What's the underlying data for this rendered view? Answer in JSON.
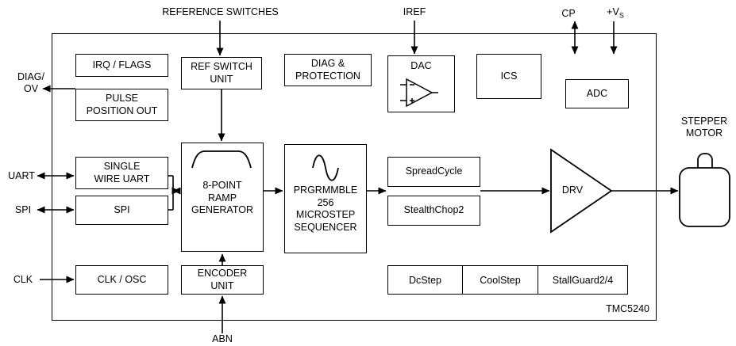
{
  "external": {
    "reference_switches": "REFERENCE SWITCHES",
    "iref": "IREF",
    "cp": "CP",
    "vs_main": "+V",
    "vs_sub": "S",
    "diag_line1": "DIAG/",
    "diag_line2": "OV",
    "uart": "UART",
    "spi": "SPI",
    "clk": "CLK",
    "abn": "ABN",
    "motor_line1": "STEPPER",
    "motor_line2": "MOTOR"
  },
  "chip": {
    "part_number": "TMC5240",
    "blocks": {
      "irq_flags": {
        "line1": "IRQ / FLAGS"
      },
      "pulse_position": {
        "line1": "PULSE",
        "line2": "POSITION OUT"
      },
      "ref_switch": {
        "line1": "REF SWITCH",
        "line2": "UNIT"
      },
      "diag_protection": {
        "line1": "DIAG &",
        "line2": "PROTECTION"
      },
      "dac": {
        "line1": "DAC"
      },
      "ics": {
        "line1": "ICS"
      },
      "adc": {
        "line1": "ADC"
      },
      "single_wire_uart": {
        "line1": "SINGLE",
        "line2": "WIRE UART"
      },
      "spi": {
        "line1": "SPI"
      },
      "ramp_generator": {
        "line1": "8-POINT",
        "line2": "RAMP",
        "line3": "GENERATOR"
      },
      "microstep_sequencer": {
        "line1": "PRGRMMBLE",
        "line2": "256",
        "line3": "MICROSTEP",
        "line4": "SEQUENCER"
      },
      "spreadcycle": {
        "line1": "SpreadCycle"
      },
      "stealthchop": {
        "line1": "StealthChop2"
      },
      "clk_osc": {
        "line1": "CLK / OSC"
      },
      "encoder_unit": {
        "line1": "ENCODER",
        "line2": "UNIT"
      },
      "dcstep": {
        "line1": "DcStep"
      },
      "coolstep": {
        "line1": "CoolStep"
      },
      "stallguard": {
        "line1": "StallGuard2/4"
      },
      "drv": {
        "line1": "DRV"
      }
    }
  },
  "colors": {
    "line": "#000000",
    "background": "#ffffff"
  }
}
